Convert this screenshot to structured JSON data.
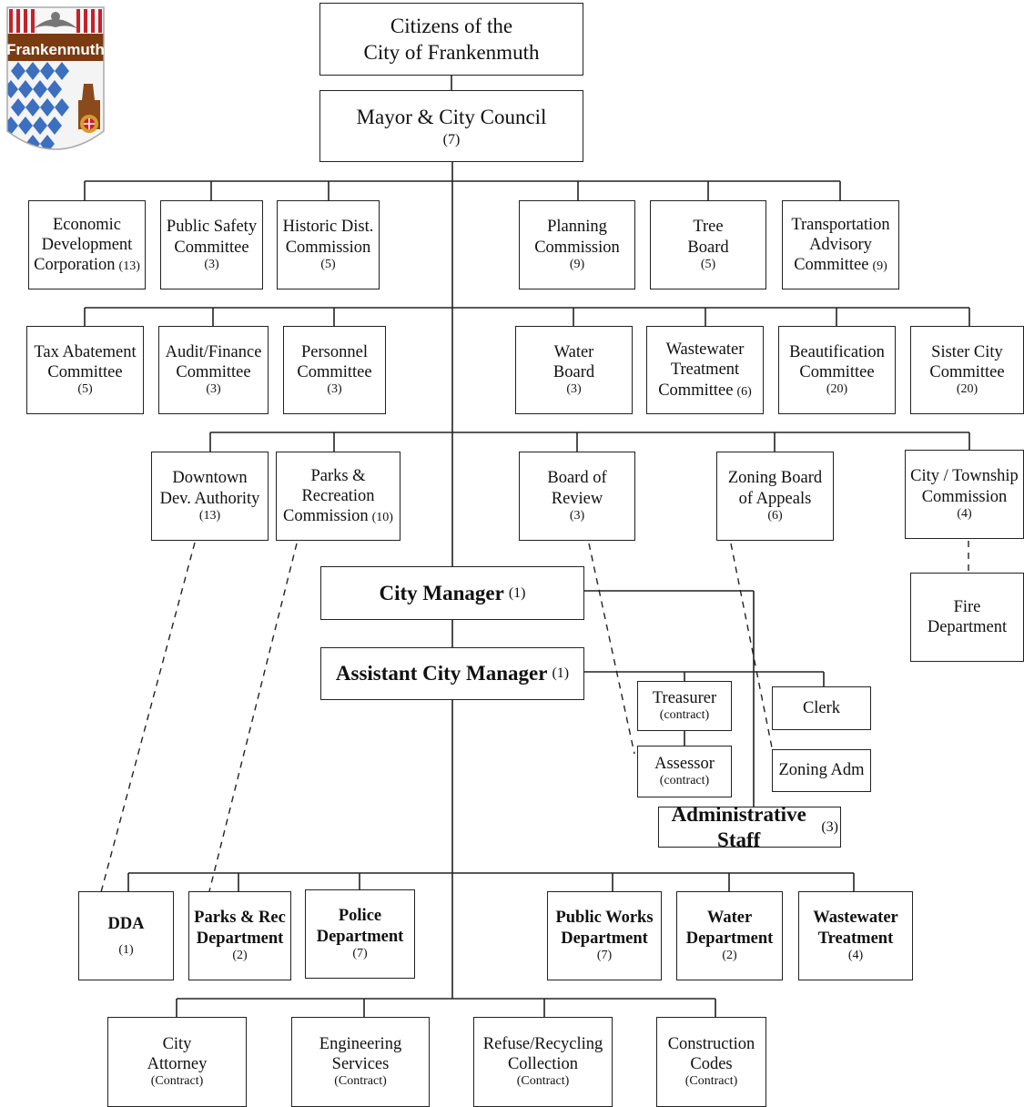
{
  "logo": {
    "name": "Frankenmuth",
    "colors": {
      "blue": "#3c6fc0",
      "brown": "#7a3b12",
      "red": "#c8202b",
      "gold": "#d79b2a"
    }
  },
  "nodes": {
    "citizens": {
      "lines": [
        "Citizens of the",
        "City of Frankenmuth"
      ]
    },
    "mayor": {
      "lines": [
        "Mayor & City Council"
      ],
      "count": "(7)"
    },
    "edc": {
      "lines": [
        "Economic",
        "Development",
        "Corporation"
      ],
      "count": "(13)"
    },
    "psc": {
      "lines": [
        "Public Safety",
        "Committee"
      ],
      "count": "(3)"
    },
    "hdc": {
      "lines": [
        "Historic Dist.",
        "Commission"
      ],
      "count": "(5)"
    },
    "planning": {
      "lines": [
        "Planning",
        "Commission"
      ],
      "count": "(9)"
    },
    "tree": {
      "lines": [
        "Tree",
        "Board"
      ],
      "count": "(5)"
    },
    "tac": {
      "lines": [
        "Transportation",
        "Advisory",
        "Committee"
      ],
      "count": "(9)"
    },
    "tax": {
      "lines": [
        "Tax Abatement",
        "Committee"
      ],
      "count": "(5)"
    },
    "audit": {
      "lines": [
        "Audit/Finance",
        "Committee"
      ],
      "count": "(3)"
    },
    "personnel": {
      "lines": [
        "Personnel",
        "Committee"
      ],
      "count": "(3)"
    },
    "waterboard": {
      "lines": [
        "Water",
        "Board"
      ],
      "count": "(3)"
    },
    "wwtc": {
      "lines": [
        "Wastewater",
        "Treatment",
        "Committee"
      ],
      "count": "(6)"
    },
    "beaut": {
      "lines": [
        "Beautification",
        "Committee"
      ],
      "count": "(20)"
    },
    "sister": {
      "lines": [
        "Sister City",
        "Committee"
      ],
      "count": "(20)"
    },
    "dda_board": {
      "lines": [
        "Downtown",
        "Dev. Authority"
      ],
      "count": "(13)"
    },
    "parks_comm": {
      "lines": [
        "Parks &",
        "Recreation",
        "Commission"
      ],
      "count": "(10)"
    },
    "bor": {
      "lines": [
        "Board of",
        "Review"
      ],
      "count": "(3)"
    },
    "zba": {
      "lines": [
        "Zoning Board",
        "of Appeals"
      ],
      "count": "(6)"
    },
    "ctc": {
      "lines": [
        "City / Township",
        "Commission"
      ],
      "count": "(4)"
    },
    "fire": {
      "lines": [
        "Fire",
        "Department"
      ]
    },
    "cm": {
      "lines": [
        "City Manager"
      ],
      "count": "(1)"
    },
    "acm": {
      "lines": [
        "Assistant City Manager"
      ],
      "count": "(1)"
    },
    "treasurer": {
      "lines": [
        "Treasurer"
      ],
      "sub": "(contract)"
    },
    "clerk": {
      "lines": [
        "Clerk"
      ]
    },
    "assessor": {
      "lines": [
        "Assessor"
      ],
      "sub": "(contract)"
    },
    "zoning_adm": {
      "lines": [
        "Zoning Adm"
      ]
    },
    "admin": {
      "lines": [
        "Administrative Staff"
      ],
      "count": "(3)"
    },
    "dda": {
      "lines": [
        "DDA"
      ],
      "count": "(1)"
    },
    "parks_dept": {
      "lines": [
        "Parks & Rec",
        "Department"
      ],
      "count": "(2)"
    },
    "police": {
      "lines": [
        "Police",
        "Department"
      ],
      "count": "(7)"
    },
    "pw": {
      "lines": [
        "Public Works",
        "Department"
      ],
      "count": "(7)"
    },
    "water_dept": {
      "lines": [
        "Water",
        "Department"
      ],
      "count": "(2)"
    },
    "ww_dept": {
      "lines": [
        "Wastewater",
        "Treatment"
      ],
      "count": "(4)"
    },
    "attorney": {
      "lines": [
        "City",
        "Attorney"
      ],
      "sub": "(Contract)"
    },
    "eng": {
      "lines": [
        "Engineering",
        "Services"
      ],
      "sub": "(Contract)"
    },
    "refuse": {
      "lines": [
        "Refuse/Recycling",
        "Collection"
      ],
      "sub": "(Contract)"
    },
    "codes": {
      "lines": [
        "Construction",
        "Codes"
      ],
      "sub": "(Contract)"
    }
  }
}
